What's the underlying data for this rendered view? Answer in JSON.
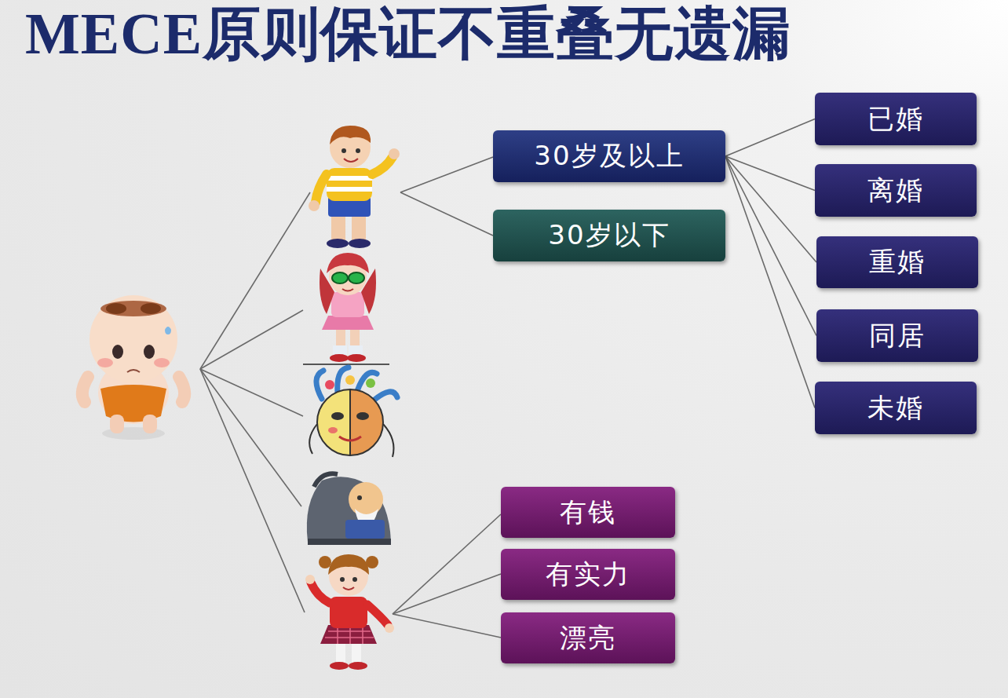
{
  "diagram": {
    "title": "MECE原则保证不重叠无遗漏",
    "nodes": [
      {
        "text": [
          "30岁及以上"
        ]
      },
      {
        "text": [
          "30岁以下"
        ]
      },
      {
        "text": [
          "已婚"
        ]
      },
      {
        "text": [
          "离婚"
        ]
      },
      {
        "text": [
          "重婚"
        ]
      },
      {
        "text": [
          "同居"
        ]
      },
      {
        "text": [
          "未婚"
        ]
      },
      {
        "text": [
          "有钱"
        ]
      },
      {
        "text": [
          "有实力"
        ]
      },
      {
        "text": [
          "漂亮"
        ]
      }
    ],
    "edges": [
      {
        "from": 0,
        "to": 2,
        "arrow": "none"
      },
      {
        "from": 0,
        "to": 3,
        "arrow": "none"
      },
      {
        "from": 0,
        "to": 4,
        "arrow": "none"
      },
      {
        "from": 0,
        "to": 5,
        "arrow": "none"
      },
      {
        "from": 0,
        "to": 6,
        "arrow": "none"
      }
    ]
  }
}
